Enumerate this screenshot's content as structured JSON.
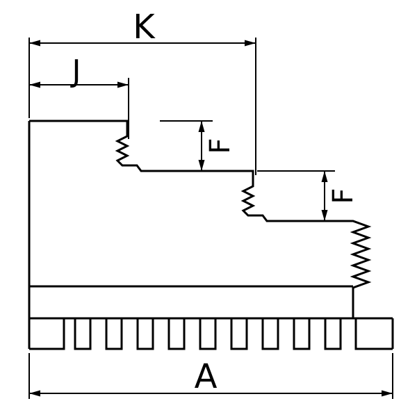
{
  "diagram": {
    "description": "Technical cross-section drawing of a stepped lathe chuck jaw with serrated step faces, serrated right edge and toothed mounting rack at the bottom",
    "labels": {
      "k": "K",
      "j": "J",
      "f1": "F",
      "f2": "F",
      "a": "A"
    },
    "colors": {
      "line": "#000000",
      "background": "#ffffff"
    }
  }
}
